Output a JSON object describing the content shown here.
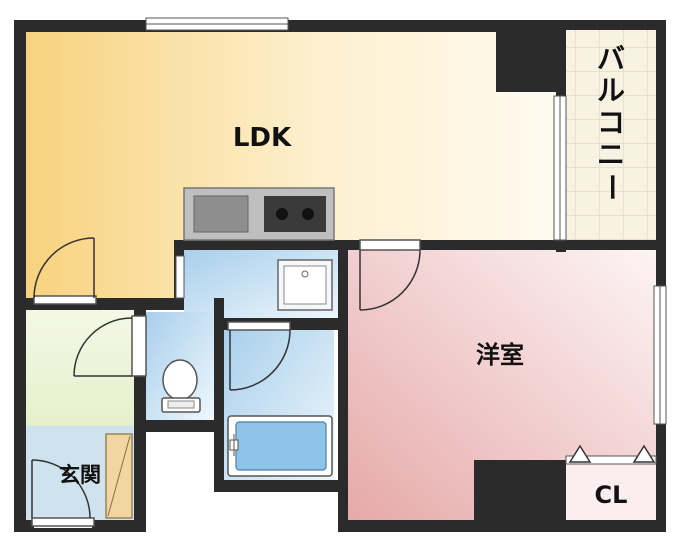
{
  "rooms": {
    "ldk": {
      "label": "LDK"
    },
    "western_room": {
      "label": "洋室"
    },
    "balcony": {
      "label": "バルコニー",
      "chars": [
        "バ",
        "ル",
        "コ",
        "ニ",
        "ー"
      ]
    },
    "entrance": {
      "label": "玄関"
    },
    "closet": {
      "label": "CL"
    }
  },
  "colors": {
    "wall": "#2b2b2b",
    "ldk_warm": "#f9d98a",
    "ldk_light": "#fff8e6",
    "western_pink": "#e9b4b4",
    "western_light": "#fbeeee",
    "wet_blue": "#b8d8ef",
    "wet_light": "#e9f4fb",
    "entrance_green": "#eef5dc",
    "balcony_bg": "#f6f1df",
    "closet_bg": "#fbeef0"
  }
}
